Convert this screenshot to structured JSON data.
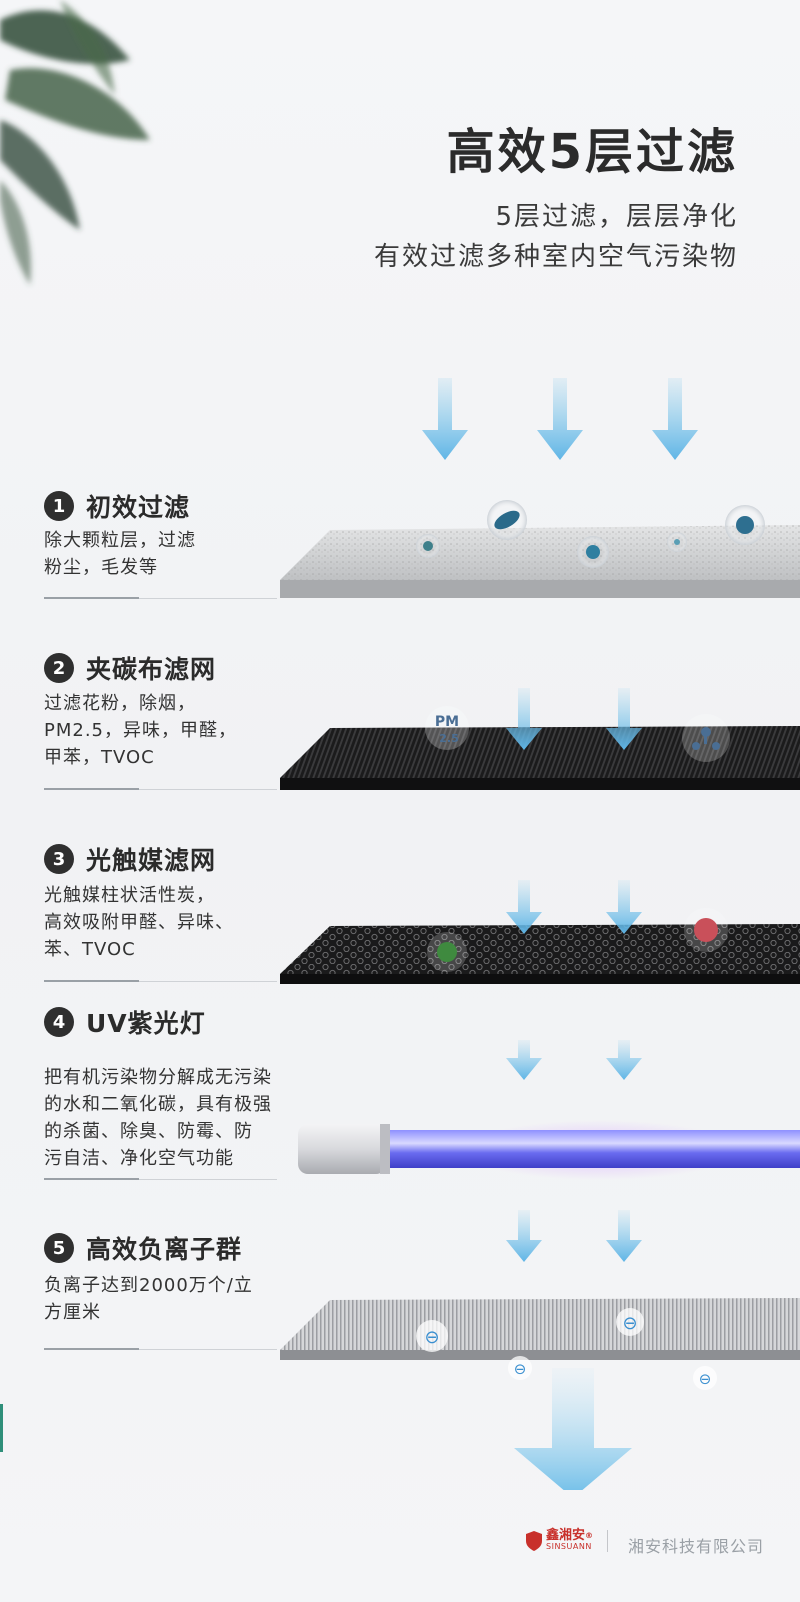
{
  "header": {
    "title": "高效5层过滤",
    "subtitle_line1": "5层过滤，层层净化",
    "subtitle_line2": "有效过滤多种室内空气污染物"
  },
  "sections": [
    {
      "number": "1",
      "title": "初效过滤",
      "desc": [
        "除大颗粒层，过滤",
        "粉尘，毛发等"
      ]
    },
    {
      "number": "2",
      "title": "夹碳布滤网",
      "desc": [
        "过滤花粉，除烟，",
        "PM2.5，异味，甲醛，",
        "甲苯，TVOC"
      ]
    },
    {
      "number": "3",
      "title": "光触媒滤网",
      "desc": [
        "光触媒柱状活性炭，",
        "高效吸附甲醛、异味、",
        "苯、TVOC"
      ]
    },
    {
      "number": "4",
      "title": "UV紫光灯",
      "desc": [
        "把有机污染物分解成无污染",
        "的水和二氧化碳，具有极强",
        "的杀菌、除臭、防霉、防",
        "污自洁、净化空气功能"
      ]
    },
    {
      "number": "5",
      "title": "高效负离子群",
      "desc": [
        "负离子达到2000万个/立",
        "方厘米"
      ]
    }
  ],
  "pm_badge": {
    "line1": "PM",
    "line2": "2.5"
  },
  "ion_symbol": "⊖",
  "footer": {
    "brand_cn": "鑫湘安",
    "brand_en": "SINSUANN",
    "registered": "®",
    "company": "湘安科技有限公司"
  },
  "colors": {
    "arrow": "#7cc6ea",
    "uv_tube": "#6a6cf0",
    "accent_text": "#2b2b2b"
  }
}
